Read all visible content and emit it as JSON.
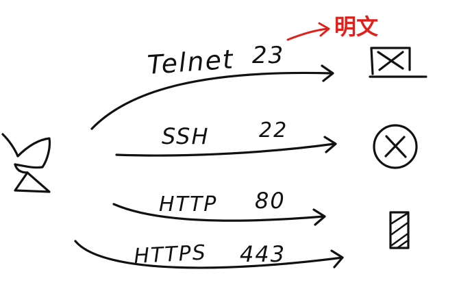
{
  "annotation": {
    "text": "明文",
    "color": "#e0201b"
  },
  "ink_color": "#111111",
  "connections": [
    {
      "protocol": "Telnet",
      "port": "23",
      "target_icon": "crossed-box-icon"
    },
    {
      "protocol": "SSH",
      "port": "22",
      "target_icon": "crossed-circle-icon"
    },
    {
      "protocol": "HTTP",
      "port": "80",
      "target_icon": "hatched-bar-icon"
    },
    {
      "protocol": "HTTPS",
      "port": "443",
      "target_icon": ""
    }
  ],
  "source_icon": "computer-icon"
}
